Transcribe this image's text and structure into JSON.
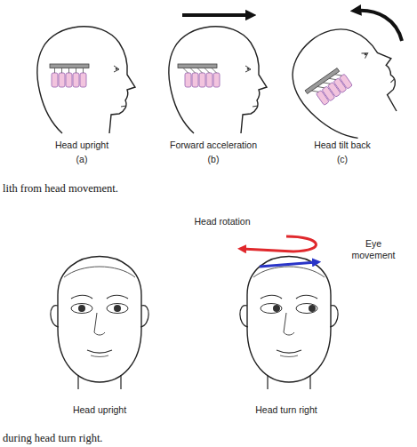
{
  "diagram": {
    "labels": [
      "Head upright",
      "(a)",
      "Forward acceleration",
      "(b)",
      "Head tilt back",
      "(c)",
      "lith from head movement.",
      "Head rotation",
      "Eye movement",
      "Head upright",
      "Head turn right",
      "during head turn right."
    ]
  }
}
